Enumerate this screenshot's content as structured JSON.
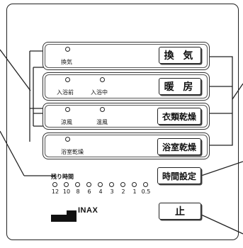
{
  "rows": [
    {
      "indicators": [
        {
          "label": "換気"
        }
      ],
      "button": "換 気"
    },
    {
      "indicators": [
        {
          "label": "入浴前"
        },
        {
          "label": "入浴中"
        }
      ],
      "button": "暖 房"
    },
    {
      "indicators": [
        {
          "label": "涼風"
        },
        {
          "label": "温風"
        }
      ],
      "button": "衣類乾燥"
    },
    {
      "indicators": [
        {
          "label": "浴室乾燥"
        }
      ],
      "button": "浴室乾燥"
    }
  ],
  "timer": {
    "label": "残り時間",
    "ticks": [
      "12",
      "10",
      "8",
      "6",
      "4",
      "3",
      "2",
      "1",
      "0.5"
    ],
    "button": "時間設定"
  },
  "stop_button": "止",
  "brand": "INAX"
}
